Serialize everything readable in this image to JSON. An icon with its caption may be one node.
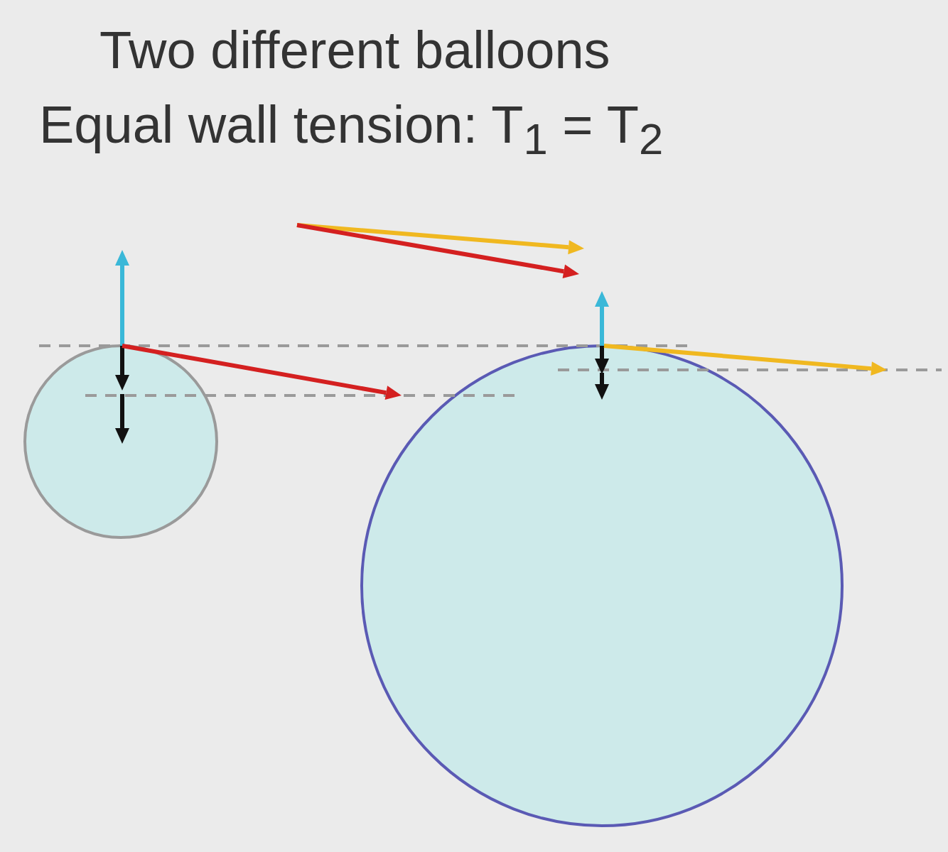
{
  "diagram": {
    "title": "Two different balloons",
    "nodes": [
      {
        "text": [],
        "shape": "circle"
      },
      {
        "text": [],
        "shape": "circle"
      }
    ],
    "labels": [
      "Equal wall tension: T$_{1}$ = T$_{2}$"
    ]
  }
}
